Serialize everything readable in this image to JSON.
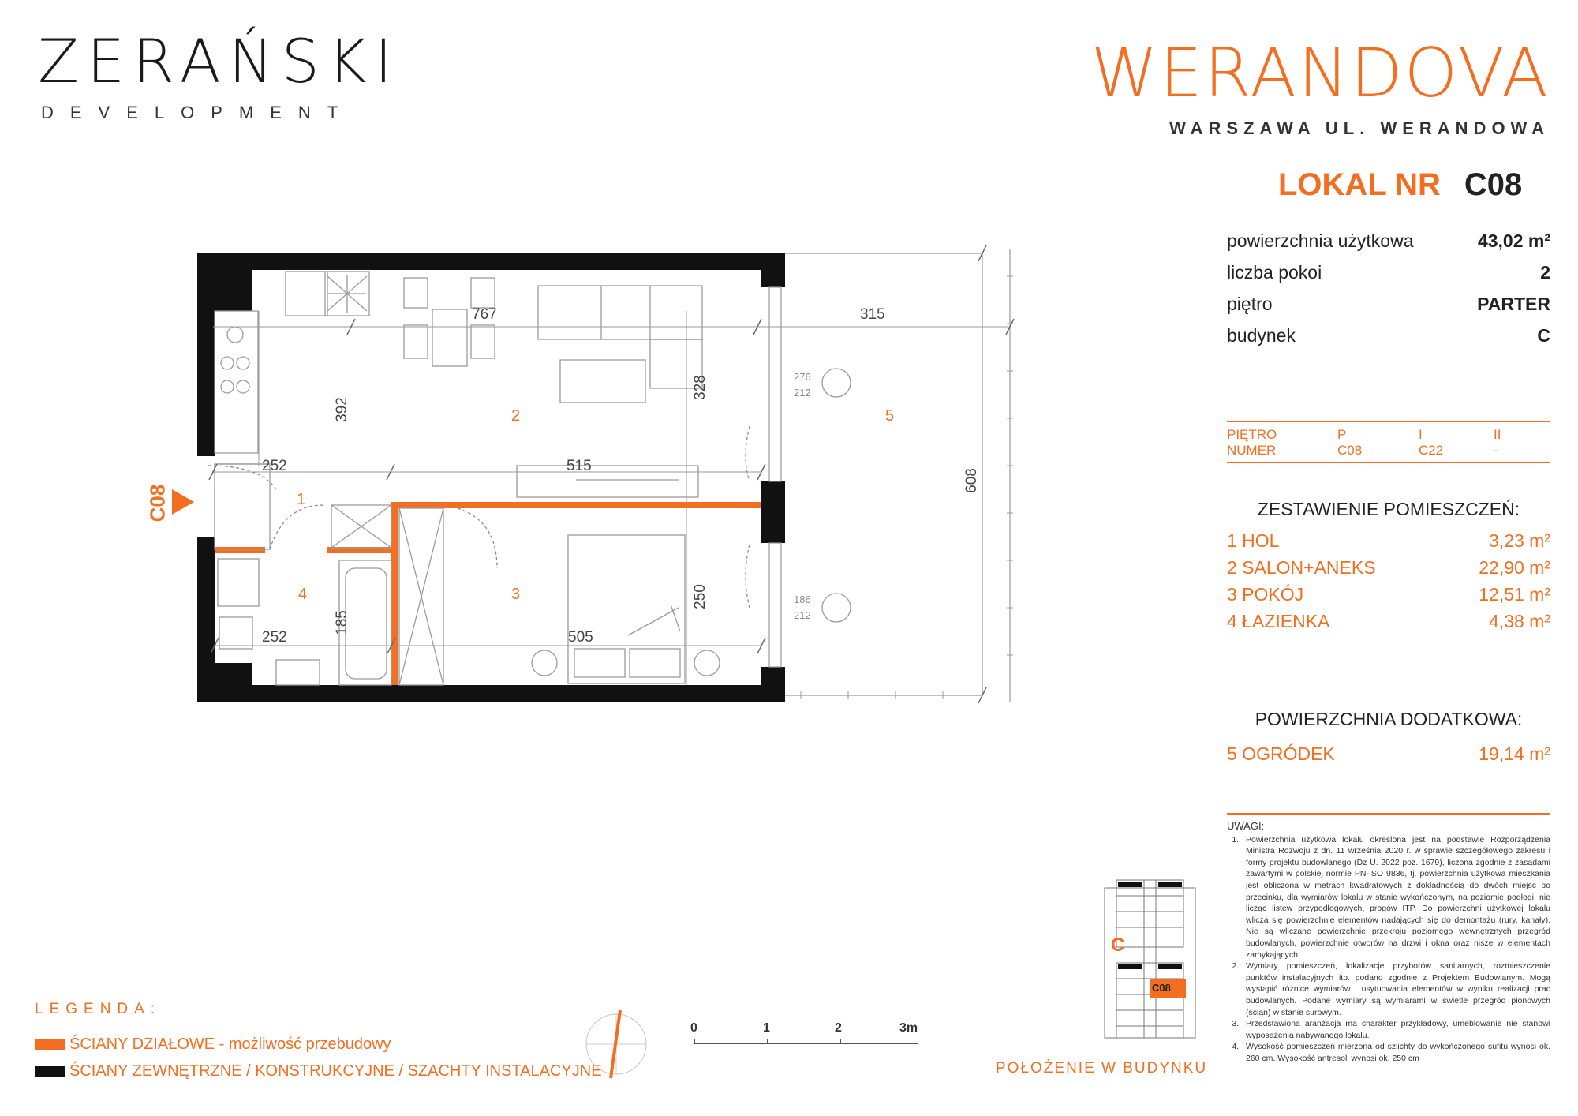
{
  "logo_left": {
    "brand": "ZERAŃSKI",
    "sub": "DEVELOPMENT"
  },
  "logo_right": {
    "brand": "WERANDOVA",
    "sub": "WARSZAWA UL. WERANDOWA"
  },
  "lokal": {
    "label": "LOKAL NR",
    "number": "C08"
  },
  "info": [
    {
      "key": "powierzchnia użytkowa",
      "value": "43,02 m²"
    },
    {
      "key": "liczba pokoi",
      "value": "2"
    },
    {
      "key": "piętro",
      "value": "PARTER"
    },
    {
      "key": "budynek",
      "value": "C"
    }
  ],
  "floors": {
    "headers": [
      "PIĘTRO",
      "P",
      "I",
      "II"
    ],
    "values": [
      "NUMER",
      "C08",
      "C22",
      "-"
    ]
  },
  "rooms_title": "ZESTAWIENIE POMIESZCZEŃ:",
  "rooms": [
    {
      "name": "1 HOL",
      "area": "3,23 m²"
    },
    {
      "name": "2 SALON+ANEKS",
      "area": "22,90 m²"
    },
    {
      "name": "3 POKÓJ",
      "area": "12,51 m²"
    },
    {
      "name": "4 ŁAZIENKA",
      "area": "4,38 m²"
    }
  ],
  "extra_title": "POWIERZCHNIA DODATKOWA:",
  "extra": [
    {
      "name": "5 OGRÓDEK",
      "area": "19,14 m²"
    }
  ],
  "notes": {
    "title": "UWAGI:",
    "items": [
      "Powierzchnia użytkowa lokalu określona jest na podstawie Rozporządzenia Ministra Rozwoju z dn. 11 września 2020 r. w sprawie szczegółowego zakresu i formy projektu budowlanego (Dz U. 2022 poz. 1679), liczona zgodnie z zasadami zawartymi w polskiej normie PN-ISO 9836, tj. powierzchnia użytkowa mieszkania jest obliczona w metrach kwadratowych z dokładnością do dwóch miejsc po przecinku, dla wymiarów lokalu w stanie wykończonym, na poziomie podłogi, nie licząc listew przypodłogowych, progów ITP. Do powierzchni użytkowej lokalu wlicza się powierzchnie elementów nadających się do demontażu (rury, kanały). Nie są wliczane powierzchnie przekroju poziomego wewnętrznych przegród budowlanych, powierzchnie otworów na drzwi i okna oraz nisze w elementach zamykających.",
      "Wymiary pomieszczeń, lokalizacje przyborów sanitarnych, rozmieszczenie punktów instalacyjnych itp. podano zgodnie z Projektem Budowlanym. Mogą wystąpić różnice wymiarów i usytuowania elementów w wyniku realizacji prac budowlanych. Podane wymiary są wymiarami w świetle przegród pionowych (ścian) w stanie surowym.",
      "Przedstawiona aranżacja ma charakter przykładowy, umeblowanie nie stanowi wyposażenia nabywanego lokalu.",
      "Wysokość pomieszczeń mierzona od szlichty do wykończonego sufitu wynosi ok. 260 cm. Wysokość antresoli wynosi ok. 250 cm"
    ]
  },
  "legend": {
    "title": "LEGENDA:",
    "items": [
      {
        "label": "ŚCIANY DZIAŁOWE - możliwość przebudowy",
        "color": "#f26f21"
      },
      {
        "label": "ŚCIANY ZEWNĘTRZNE / KONSTRUKCYJNE / SZACHTY INSTALACYJNE",
        "color": "#111111"
      }
    ]
  },
  "scale": {
    "ticks": [
      "0",
      "1",
      "2",
      "3m"
    ]
  },
  "position_label": "POŁOŻENIE W BUDYNKU",
  "plan": {
    "entry_tag": "C08",
    "room_numbers": [
      "1",
      "2",
      "3",
      "4",
      "5"
    ],
    "dims": [
      "767",
      "315",
      "392",
      "328",
      "276",
      "212",
      "252",
      "515",
      "608",
      "185",
      "250",
      "505",
      "252",
      "186",
      "212"
    ]
  },
  "key_plan": {
    "building": "C",
    "unit": "C08"
  },
  "colors": {
    "accent": "#f26f21",
    "wall": "#111111"
  }
}
